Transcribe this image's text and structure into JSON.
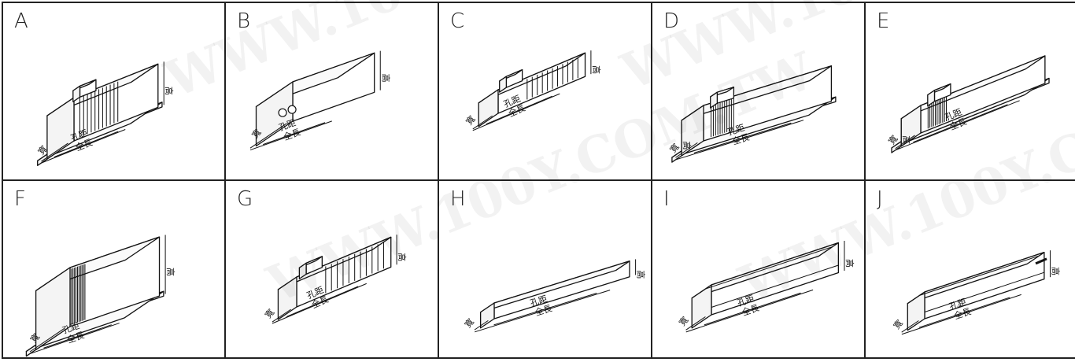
{
  "watermark": "WWW.100Y.COM.TW",
  "dimension_labels": {
    "width": "寬",
    "height": "高",
    "hole_distance": "孔距",
    "total_length": "全長"
  },
  "panels": [
    {
      "letter": "A",
      "icon": "open-frame-ballast-icon"
    },
    {
      "letter": "B",
      "icon": "rounded-box-ballast-icon"
    },
    {
      "letter": "C",
      "icon": "terminal-core-ballast-icon"
    },
    {
      "letter": "D",
      "icon": "enclosed-frame-ballast-icon"
    },
    {
      "letter": "E",
      "icon": "slim-frame-ballast-icon"
    },
    {
      "letter": "F",
      "icon": "stacked-core-ballast-icon"
    },
    {
      "letter": "G",
      "icon": "bare-core-terminal-ballast-icon"
    },
    {
      "letter": "H",
      "icon": "flat-case-ballast-icon"
    },
    {
      "letter": "I",
      "icon": "octagonal-case-ballast-icon"
    },
    {
      "letter": "J",
      "icon": "octagonal-case-lead-ballast-icon"
    }
  ]
}
